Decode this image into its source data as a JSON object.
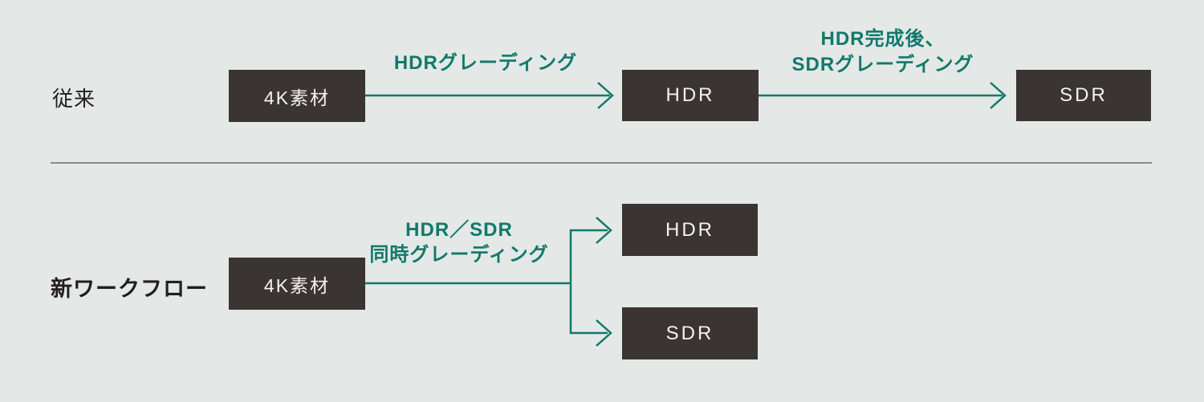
{
  "colors": {
    "accent": "#10796c",
    "box_fill": "#3a3432",
    "background": "#e4e8e6",
    "divider": "#8b8b8b",
    "row_label_color": "#231e1b",
    "box_text": "#f4f3f1"
  },
  "rows": {
    "conventional": {
      "label": "従来",
      "source_box": "4K素材",
      "hdr_box": "HDR",
      "sdr_box": "SDR",
      "step1_label": "HDRグレーディング",
      "step2_label_line1": "HDR完成後、",
      "step2_label_line2": "SDRグレーディング"
    },
    "new_workflow": {
      "label": "新ワークフロー",
      "source_box": "4K素材",
      "hdr_box": "HDR",
      "sdr_box": "SDR",
      "branch_label_line1": "HDR／SDR",
      "branch_label_line2": "同時グレーディング"
    }
  }
}
